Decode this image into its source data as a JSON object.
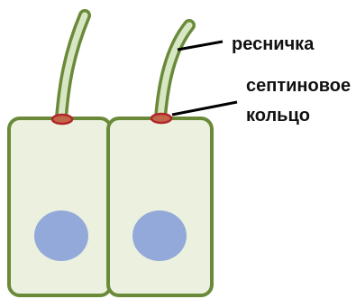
{
  "labels": {
    "cilium": "ресничка",
    "septin_ring_line1": "септиновое",
    "septin_ring_line2": "кольцо"
  },
  "colors": {
    "cell_fill": "#ebf1de",
    "cell_stroke": "#6a8a3a",
    "nucleus_fill": "#93a9d9",
    "cilium_fill": "#d8e7c3",
    "cilium_stroke": "#6a8a3a",
    "septin_ring": "#b3262a",
    "pointer_line": "#000000"
  }
}
